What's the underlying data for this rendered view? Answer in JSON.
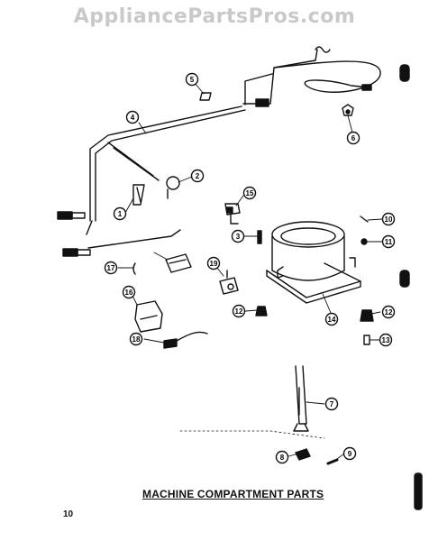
{
  "watermark": "AppliancePartsPros.com",
  "title": "MACHINE COMPARTMENT PARTS",
  "page_number": "10",
  "callouts": [
    "1",
    "2",
    "3",
    "4",
    "5",
    "6",
    "7",
    "8",
    "9",
    "10",
    "11",
    "12",
    "12",
    "13",
    "14",
    "15",
    "16",
    "17",
    "18",
    "19"
  ]
}
